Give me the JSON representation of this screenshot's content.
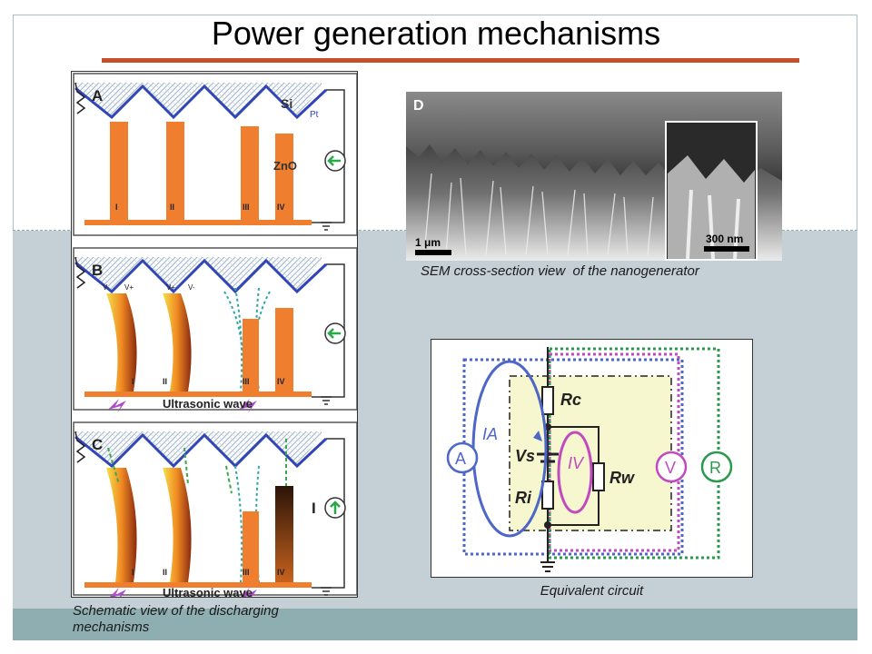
{
  "slide": {
    "title": "Power generation mechanisms"
  },
  "schematic": {
    "panel_a": {
      "letter": "A",
      "si": "Si",
      "pt": "Pt",
      "zno": "ZnO",
      "wires": [
        "I",
        "II",
        "III",
        "IV"
      ]
    },
    "panel_b": {
      "letter": "B",
      "wires": [
        "I",
        "II",
        "III",
        "IV"
      ],
      "wave": "Ultrasonic wave",
      "charges": [
        "V-",
        "V+",
        "V+",
        "V-"
      ]
    },
    "panel_c": {
      "letter": "C",
      "wires": [
        "I",
        "II",
        "III",
        "IV"
      ],
      "wave": "Ultrasonic wave",
      "current": "I"
    },
    "caption": "Schematic view of the discharging mechanisms"
  },
  "sem": {
    "letter": "D",
    "scale_main": "1 μm",
    "scale_inset": "300 nm",
    "caption": "SEM cross-section view  of the nanogenerator"
  },
  "circuit": {
    "labels": {
      "rc": "Rc",
      "vs": "Vs",
      "ri": "Ri",
      "rw": "Rw",
      "ia": "IA",
      "iv": "IV",
      "a": "A",
      "v": "V",
      "r": "R"
    },
    "caption": "Equivalent circuit"
  }
}
